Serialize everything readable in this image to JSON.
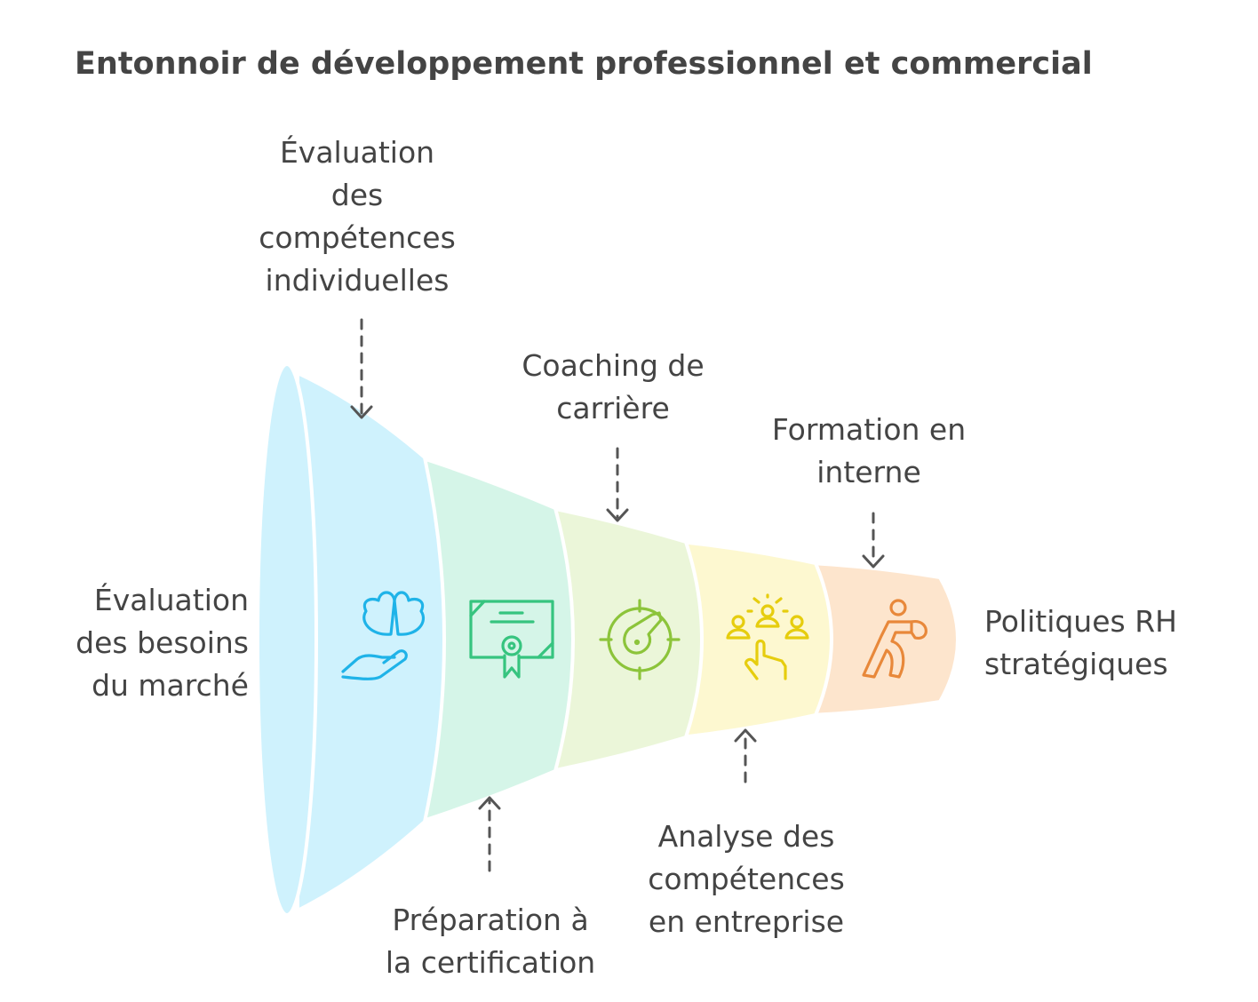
{
  "title": "Entonnoir de développement professionnel et commercial",
  "stages": [
    {
      "label": "Évaluation\ndes compétences\nindividuelles",
      "icon": "brain-in-hand-icon",
      "fill": "#cff2fd",
      "stroke": "#1fb3e8"
    },
    {
      "label": "Préparation à\nla certification",
      "icon": "certificate-icon",
      "fill": "#d5f5e8",
      "stroke": "#36c47f"
    },
    {
      "label": "Coaching de\ncarrière",
      "icon": "target-key-icon",
      "fill": "#ebf6d9",
      "stroke": "#8cc43a"
    },
    {
      "label": "Analyse des\ncompétences\nen entreprise",
      "icon": "team-selection-icon",
      "fill": "#fdf8d0",
      "stroke": "#e6cd0e"
    },
    {
      "label": "Formation en\ninterne",
      "icon": "boxer-icon",
      "fill": "#fde5cd",
      "stroke": "#e8883a"
    }
  ],
  "input_label": "Évaluation\ndes besoins\ndu marché",
  "output_label": "Politiques RH\nstratégiques"
}
